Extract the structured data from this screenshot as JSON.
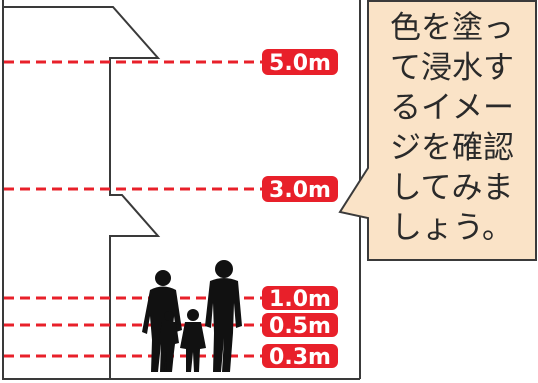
{
  "levels": [
    {
      "label": "5.0m",
      "meters": 5.0
    },
    {
      "label": "3.0m",
      "meters": 3.0
    },
    {
      "label": "1.0m",
      "meters": 1.0
    },
    {
      "label": "0.5m",
      "meters": 0.5
    },
    {
      "label": "0.3m",
      "meters": 0.3
    }
  ],
  "callout": {
    "lines": [
      "色を塗っ",
      "て浸水す",
      "るイメー",
      "ジを確認",
      "してみま",
      "しょう。"
    ]
  },
  "colors": {
    "level_red": "#e8202a",
    "callout_fill": "#fae3c7",
    "outline": "#3a3a3a",
    "silhouette": "#111111"
  }
}
